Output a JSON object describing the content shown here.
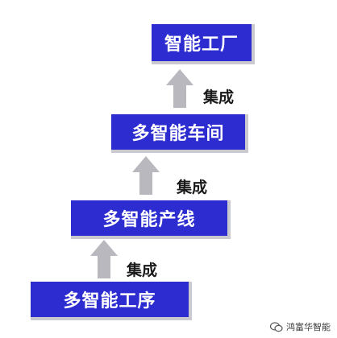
{
  "colors": {
    "block_fill": "#2C2CD0",
    "arrow_fill": "#B8B8BE"
  },
  "levels": [
    {
      "label": "多智能工序"
    },
    {
      "label": "多智能产线"
    },
    {
      "label": "多智能车间"
    },
    {
      "label": "智能工厂"
    }
  ],
  "connectors": [
    {
      "label": "集成"
    },
    {
      "label": "集成"
    },
    {
      "label": "集成"
    }
  ],
  "watermark": {
    "text": "鸿富华智能",
    "icon": "wechat-icon"
  }
}
